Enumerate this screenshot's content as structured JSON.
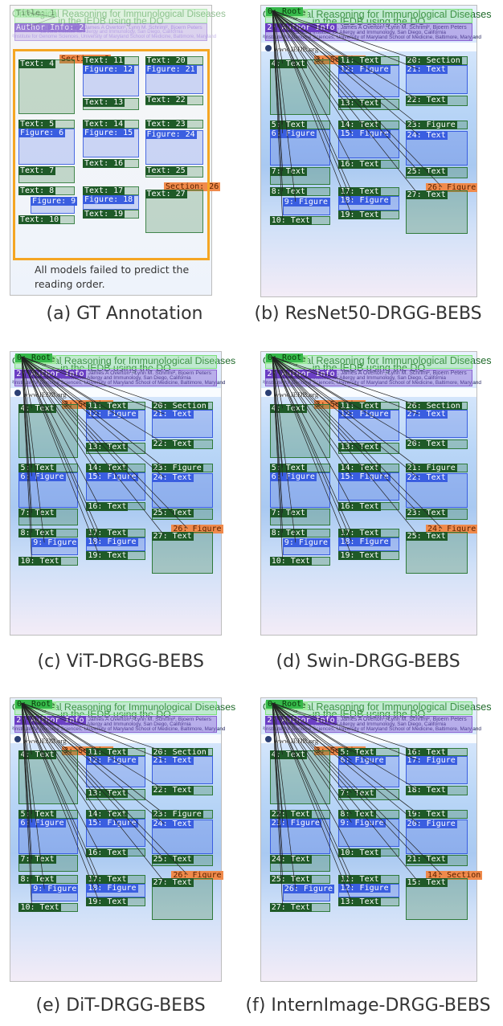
{
  "poster": {
    "title_line1": "Ontological Reasoning for Immunological Diseases",
    "title_line2": "in the IEDB using the DO",
    "authors": "Randi Vita¹, Bjoern Peters¹, James A Overton¹, Lynn M. Schriml², Bjoern Peters",
    "affil1": "¹La Jolla Institute for Allergy and Immunology, San Diego, California",
    "affil2": "²Institute for Genome Sciences, University of Maryland School of Medicine, Baltimore, Maryland",
    "url": "www.IEDB.org"
  },
  "panels": [
    {
      "id": "a",
      "caption": "(a) GT Annotation",
      "note": "All models failed to predict the reading order.",
      "labels": [
        "Title: 1",
        "Author Info: 2",
        "Section: 3",
        "Text: 4",
        "Text: 5",
        "Figure: 6",
        "Text: 7",
        "Text: 8",
        "Figure: 9",
        "Text: 10",
        "Text: 11",
        "Figure: 12",
        "Text: 13",
        "Text: 14",
        "Figure: 15",
        "Text: 16",
        "Text: 17",
        "Figure: 18",
        "Text: 19",
        "Text: 20",
        "Figure: 21",
        "Text: 22",
        "Text: 23",
        "Figure: 24",
        "Text: 25",
        "Section: 26",
        "Text: 27"
      ]
    },
    {
      "id": "b",
      "caption": "(b) ResNet50-DRGG-BEBS",
      "labels": [
        "0: Root",
        "1: Title",
        "2: Author Info",
        "3: Section",
        "4: Text",
        "5: Text",
        "6: Figure",
        "7: Text",
        "8: Text",
        "9: Figure",
        "10: Text",
        "11: Text",
        "12: Figure",
        "13: Text",
        "14: Text",
        "15: Figure",
        "16: Text",
        "17: Text",
        "18: Figure",
        "19: Text",
        "20: Section",
        "21: Text",
        "22: Text",
        "23: Figure",
        "24: Text",
        "25: Text",
        "26: Figure",
        "27: Text"
      ]
    },
    {
      "id": "c",
      "caption": "(c) ViT-DRGG-BEBS",
      "labels": [
        "0: Root",
        "1: Title",
        "2: Author Info",
        "3: Section",
        "4: Text",
        "5: Text",
        "6: Figure",
        "7: Text",
        "8: Text",
        "9: Figure",
        "10: Text",
        "11: Text",
        "12: Figure",
        "13: Text",
        "14: Text",
        "15: Figure",
        "16: Text",
        "17: Text",
        "18: Figure",
        "19: Text",
        "20: Section",
        "21: Text",
        "22: Text",
        "23: Figure",
        "24: Text",
        "25: Text",
        "26: Figure",
        "27: Text"
      ]
    },
    {
      "id": "d",
      "caption": "(d) Swin-DRGG-BEBS",
      "labels": [
        "0: Root",
        "1: Title",
        "2: Author Info",
        "3: Section",
        "4: Text",
        "5: Text",
        "6: Figure",
        "7: Text",
        "8: Text",
        "9: Figure",
        "10: Text",
        "11: Text",
        "12: Figure",
        "13: Text",
        "14: Text",
        "15: Figure",
        "16: Text",
        "17: Text",
        "18: Figure",
        "19: Text",
        "26: Section",
        "27: Text",
        "20: Text",
        "21: Figure",
        "22: Text",
        "23: Text",
        "24: Figure",
        "25: Text"
      ]
    },
    {
      "id": "e",
      "caption": "(e) DiT-DRGG-BEBS",
      "labels": [
        "0: Root",
        "1: Title",
        "2: Author Info",
        "3: Section",
        "4: Text",
        "5: Text",
        "6: Figure",
        "7: Text",
        "8: Text",
        "9: Figure",
        "10: Text",
        "11: Text",
        "12: Figure",
        "13: Text",
        "14: Text",
        "15: Figure",
        "16: Text",
        "17: Text",
        "18: Figure",
        "19: Text",
        "20: Section",
        "21: Text",
        "22: Text",
        "23: Figure",
        "24: Text",
        "25: Text",
        "26: Figure",
        "27: Text"
      ]
    },
    {
      "id": "f",
      "caption": "(f) InternImage-DRGG-BEBS",
      "labels": [
        "0: Root",
        "1: Title",
        "2: Author Info",
        "3: Section",
        "4: Text",
        "22: Text",
        "23: Figure",
        "24: Text",
        "25: Text",
        "26: Figure",
        "27: Text",
        "5: Text",
        "6: Figure",
        "7: Text",
        "8: Text",
        "9: Figure",
        "10: Text",
        "11: Text",
        "12: Figure",
        "13: Text",
        "16: Text",
        "17: Figure",
        "18: Text",
        "19: Text",
        "20: Figure",
        "21: Text",
        "14: Section",
        "15: Text"
      ]
    }
  ],
  "colors": {
    "title": "#7be07b",
    "author": "#8a63d2",
    "section": "#f08a4b",
    "text": "#2f7a3a",
    "figure": "#3a5ee0",
    "gt_frame": "#f5a623",
    "root": "#36b84a"
  }
}
